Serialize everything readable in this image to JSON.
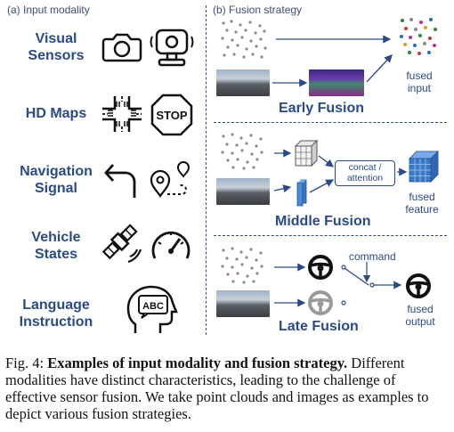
{
  "left_panel": {
    "title": "(a) Input modality",
    "modalities": [
      {
        "label": "Visual Sensors",
        "line1": "Visual",
        "line2": "Sensors",
        "icons": [
          "camera-icon",
          "webcam-icon"
        ]
      },
      {
        "label": "HD Maps",
        "line1": "HD Maps",
        "line2": "",
        "icons": [
          "intersection-icon",
          "stop-sign-icon"
        ]
      },
      {
        "label": "Navigation Signal",
        "line1": "Navigation",
        "line2": "Signal",
        "icons": [
          "turn-left-arrow-icon",
          "route-pin-icon"
        ]
      },
      {
        "label": "Vehicle States",
        "line1": "Vehicle",
        "line2": "States",
        "icons": [
          "satellite-icon",
          "speedometer-icon"
        ]
      },
      {
        "label": "Language Instruction",
        "line1": "Language",
        "line2": "Instruction",
        "icons": [
          "speaking-head-icon"
        ]
      }
    ],
    "stop_text": "STOP",
    "abc_text": "ABC"
  },
  "right_panel": {
    "title": "(b) Fusion strategy",
    "early": {
      "title": "Early Fusion",
      "output_line1": "fused",
      "output_line2": "input"
    },
    "middle": {
      "title": "Middle Fusion",
      "box_line1": "concat /",
      "box_line2": "attention",
      "output_line1": "fused",
      "output_line2": "feature"
    },
    "late": {
      "title": "Late Fusion",
      "command": "command",
      "output_line1": "fused",
      "output_line2": "output"
    }
  },
  "caption": {
    "prefix": "Fig. 4: ",
    "bold": "Examples of input modality and fusion strategy.",
    "rest": " Different modalities have distinct characteristics, leading to the challenge of effective sensor fusion. We take point clouds and images as examples to depict various fusion strategies."
  },
  "colors": {
    "accent": "#2a4a8a",
    "divider": "#2a4a8a",
    "feature_blue": "#3a78c8"
  }
}
